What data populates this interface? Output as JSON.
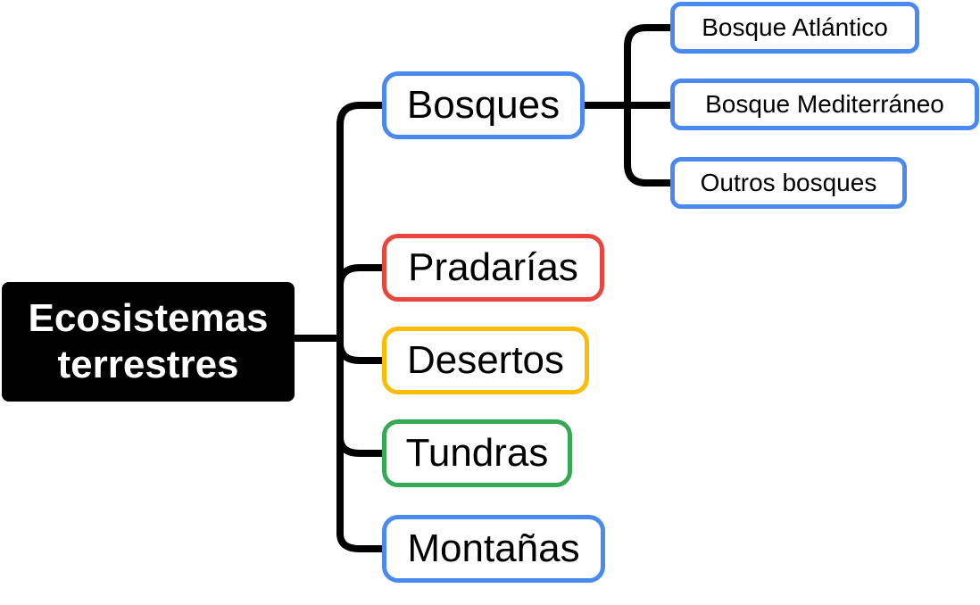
{
  "root": {
    "line1": "Ecosistemas",
    "line2": "terrestres",
    "bg": "#000000",
    "color": "#ffffff"
  },
  "branches": [
    {
      "label": "Bosques",
      "color": "#4a89f0",
      "children": [
        {
          "label": "Bosque Atlántico"
        },
        {
          "label": "Bosque Mediterráneo"
        },
        {
          "label": "Outros bosques"
        }
      ]
    },
    {
      "label": "Pradarías",
      "color": "#e8453c"
    },
    {
      "label": "Desertos",
      "color": "#fbbc05"
    },
    {
      "label": "Tundras",
      "color": "#34a853"
    },
    {
      "label": "Montañas",
      "color": "#4a89f0"
    }
  ]
}
